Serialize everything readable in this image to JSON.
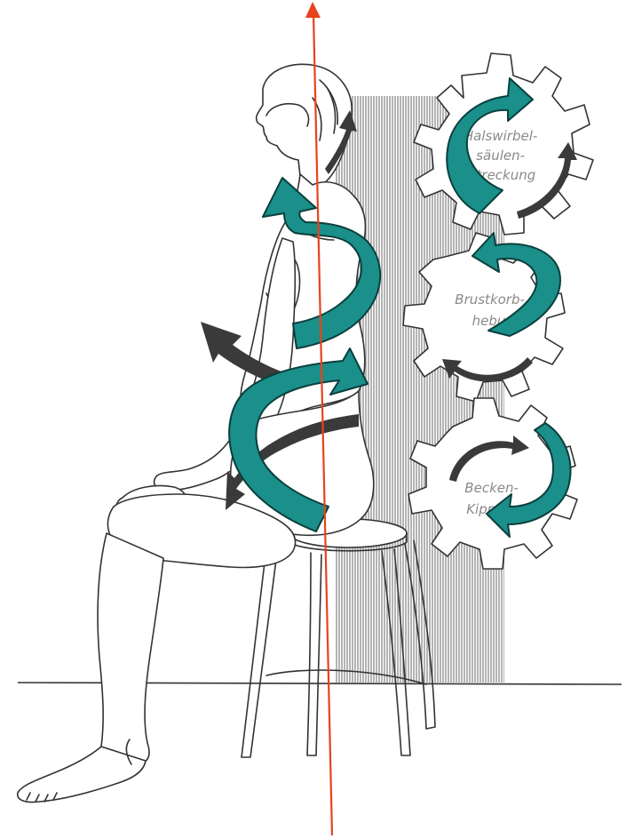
{
  "gears": [
    {
      "id": "halswirbelsaeule",
      "lines": [
        "Halswirbel-",
        "säulen-",
        "streckung"
      ]
    },
    {
      "id": "brustkorb",
      "lines": [
        "Brustkorb-",
        "hebung"
      ]
    },
    {
      "id": "becken",
      "lines": [
        "Becken-",
        "Kippung"
      ]
    }
  ],
  "colors": {
    "teal": "#1b8f8a",
    "teal_stroke": "#0a3f3d",
    "plumb_line": "#e8431c",
    "wall_hatch": "#9a9a9a",
    "drawing": "#333333"
  }
}
